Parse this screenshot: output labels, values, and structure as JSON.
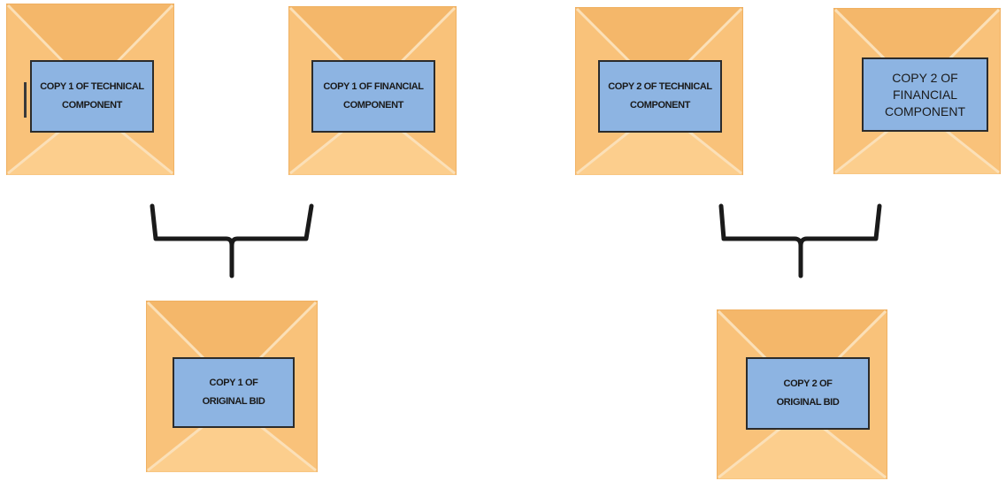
{
  "colors": {
    "envelope_body": "#F9C27A",
    "envelope_shade": "#F0AE5C",
    "envelope_fold_light": "#FFD9A0",
    "envelope_edge": "#E7A24E",
    "label_fill": "#8DB4E2",
    "label_border": "#2b2b2b",
    "brace": "#1a1a1a"
  },
  "envelopes": [
    {
      "id": "copy1-technical",
      "label": "COPY 1 OF TECHNICAL\nCOMPONENT"
    },
    {
      "id": "copy1-financial",
      "label": "COPY 1 OF FINANCIAL\nCOMPONENT"
    },
    {
      "id": "copy2-technical",
      "label": "COPY 2 OF TECHNICAL\nCOMPONENT"
    },
    {
      "id": "copy2-financial",
      "label": "COPY 2 OF\nFINANCIAL\nCOMPONENT"
    },
    {
      "id": "copy1-original",
      "label": "COPY 1 OF\nORIGINAL  BID"
    },
    {
      "id": "copy2-original",
      "label": "COPY 2 OF\nORIGINAL  BID"
    }
  ]
}
